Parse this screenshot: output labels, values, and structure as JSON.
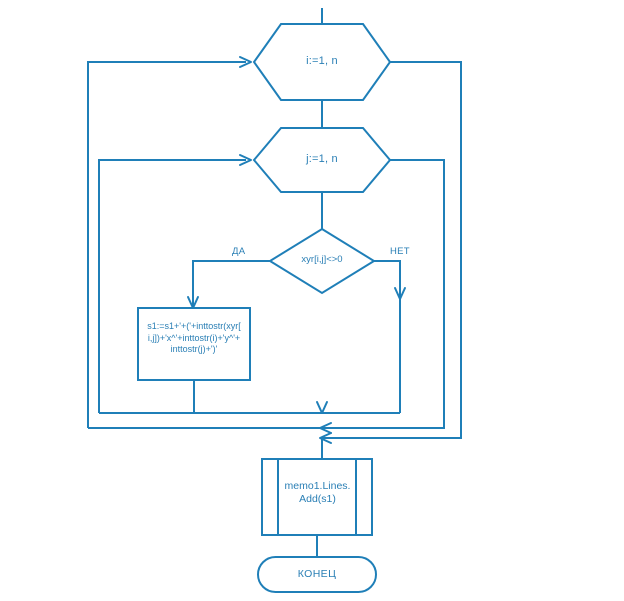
{
  "diagram": {
    "type": "flowchart",
    "language": "ru",
    "colors": {
      "stroke": "#1f7fb8",
      "text": "#2a7fb5",
      "background": "#ffffff"
    },
    "nodes": {
      "loop_outer": {
        "shape": "hexagon",
        "label": "i:=1, n",
        "role": "for-loop-header-outer"
      },
      "loop_inner": {
        "shape": "hexagon",
        "label": "j:=1, n",
        "role": "for-loop-header-inner"
      },
      "decision": {
        "shape": "diamond",
        "label": "xyr[i,j]<>0",
        "role": "condition"
      },
      "process": {
        "shape": "rectangle",
        "label": "s1:=s1+'+('+inttostr(xyr[\ni,j])+'x^'+inttostr(i)+'y^'+\ninttostr(j)+')'",
        "lines": [
          "s1:=s1+'+('+inttostr(xyr[",
          "i,j])+'x^'+inttostr(i)+'y^'+",
          "inttostr(j)+')'"
        ],
        "role": "assignment"
      },
      "output": {
        "shape": "predefined-process",
        "label": "memo1.Lines.\nAdd(s1)",
        "lines": [
          "memo1.Lines.",
          "Add(s1)"
        ],
        "role": "output-call"
      },
      "terminal_end": {
        "shape": "terminator",
        "label": "КОНЕЦ",
        "role": "end"
      }
    },
    "branch_labels": {
      "yes": "ДА",
      "no": "НЕТ"
    }
  }
}
